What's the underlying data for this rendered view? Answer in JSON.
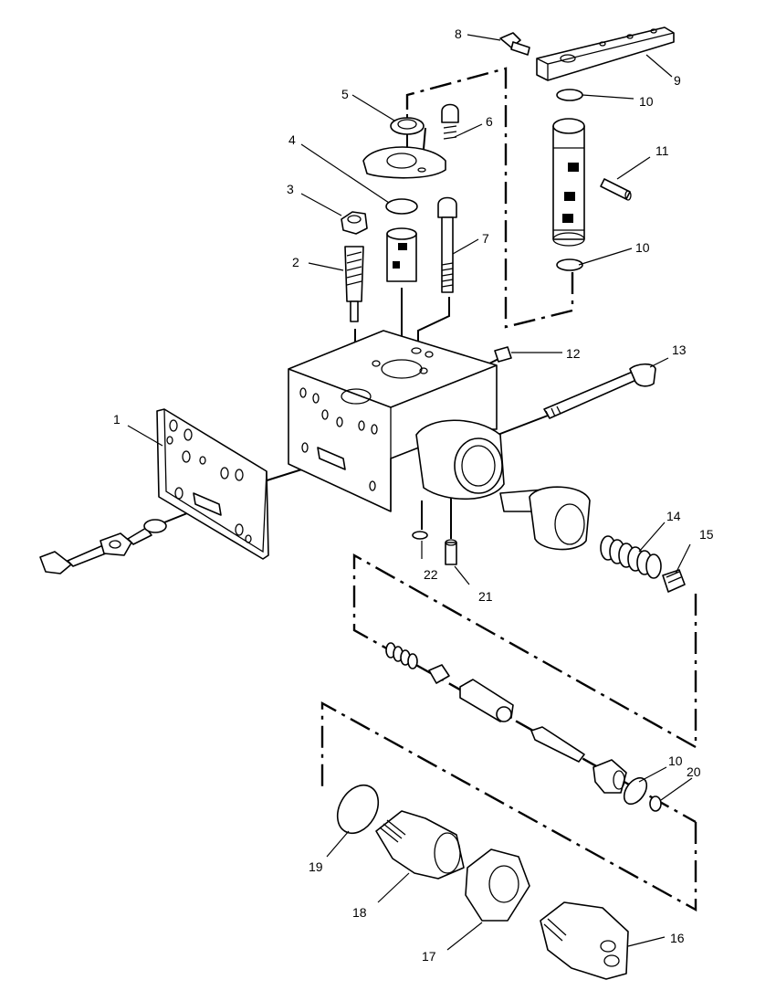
{
  "callouts": {
    "c1": "1",
    "c2": "2",
    "c3": "3",
    "c4": "4",
    "c5": "5",
    "c6": "6",
    "c7": "7",
    "c8": "8",
    "c9": "9",
    "c10a": "10",
    "c10b": "10",
    "c10c": "10",
    "c11": "11",
    "c12": "12",
    "c13": "13",
    "c14": "14",
    "c15": "15",
    "c16": "16",
    "c17": "17",
    "c18": "18",
    "c19": "19",
    "c20": "20",
    "c21": "21",
    "c22": "22"
  }
}
